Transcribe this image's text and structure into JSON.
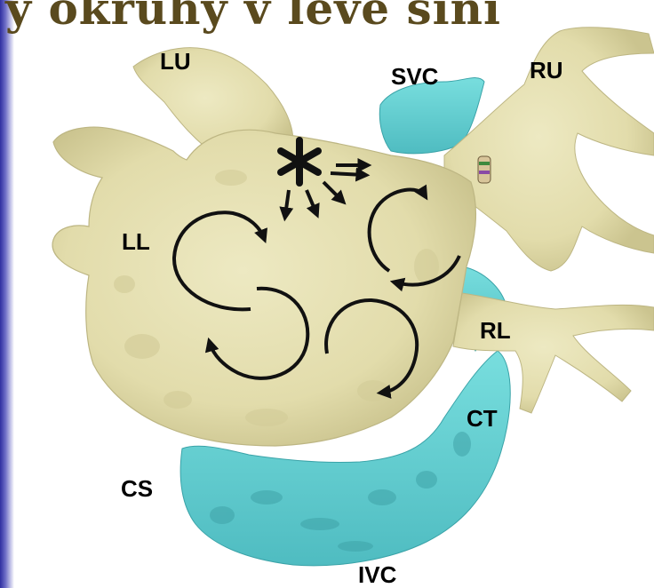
{
  "slide": {
    "title": "y okruhy v levé síni",
    "background_gradient": [
      "#2f2fa0",
      "#ffffff"
    ]
  },
  "colors": {
    "atrium": "#e7e2b4",
    "atrium_shadow": "#c9c391",
    "veins": "#64d3d3",
    "veins_shadow": "#3fa9ad",
    "arrows": "#111111"
  },
  "labels": {
    "lu": "LU",
    "svc": "SVC",
    "ru": "RU",
    "ll": "LL",
    "rl": "RL",
    "ct": "CT",
    "cs": "CS",
    "ivc": "IVC"
  },
  "annotations": {
    "focus_marker": "*",
    "icons": [
      "asterisk-icon",
      "circular-arrow-icon",
      "straight-arrow-icon",
      "catheter-icon"
    ]
  }
}
